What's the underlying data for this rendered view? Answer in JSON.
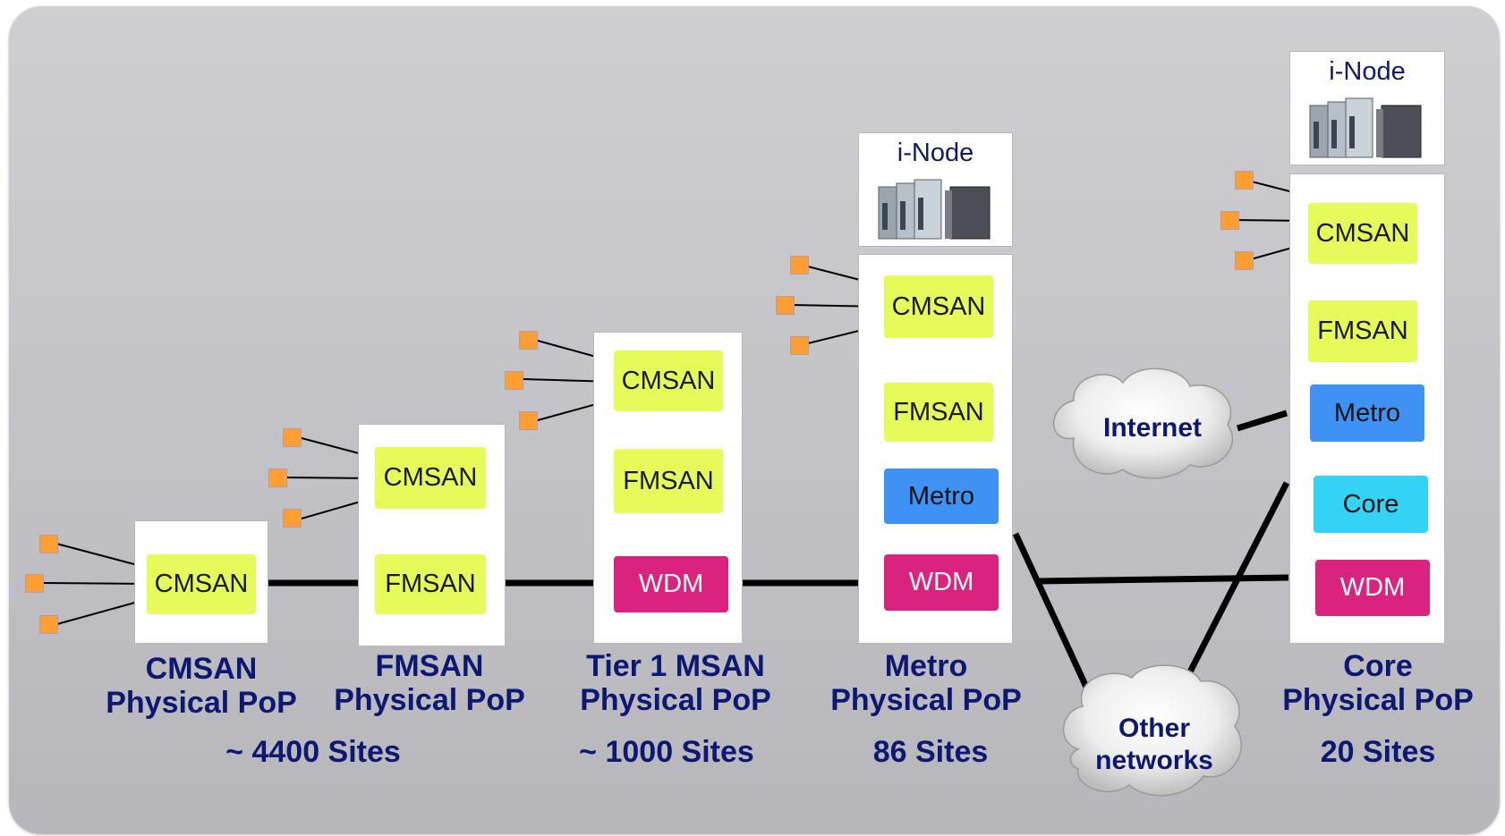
{
  "pops": [
    {
      "label_line1": "CMSAN",
      "label_line2": "Physical PoP",
      "sites": "~ 4400 Sites"
    },
    {
      "label_line1": "FMSAN",
      "label_line2": "Physical PoP"
    },
    {
      "label_line1": "Tier 1 MSAN",
      "label_line2": "Physical PoP",
      "sites": "~ 1000 Sites"
    },
    {
      "label_line1": "Metro",
      "label_line2": "Physical PoP",
      "sites": "86 Sites"
    },
    {
      "label_line1": "Core",
      "label_line2": "Physical PoP",
      "sites": "20 Sites"
    }
  ],
  "nodes": {
    "cmsan": "CMSAN",
    "fmsan": "FMSAN",
    "wdm": "WDM",
    "metro": "Metro",
    "core": "Core",
    "inode": "i-Node"
  },
  "clouds": {
    "internet": "Internet",
    "other_line1": "Other",
    "other_line2": "networks"
  },
  "colors": {
    "msan": "#e6fb59",
    "metro": "#3d92f4",
    "core": "#34d3f6",
    "wdm": "#d9237e",
    "customer_square": "#ff9f33",
    "label_text": "#0d1873"
  }
}
